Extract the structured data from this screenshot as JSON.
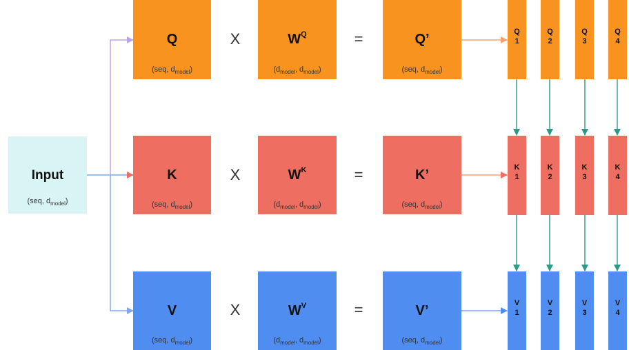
{
  "input": {
    "title": "Input",
    "dims_main": "(seq, d",
    "dims_sub": "model",
    "dims_close": ")"
  },
  "rows": [
    {
      "key": "q",
      "color": "#f7931e",
      "src": {
        "title": "Q",
        "dims_main": "(seq, d",
        "dims_sub": "model",
        "dims_close": ")"
      },
      "weight": {
        "title": "W",
        "sup": "Q",
        "d1": "(d",
        "s1": "model",
        "sep": ", d",
        "s2": "model",
        "close": ")"
      },
      "op_mul": "X",
      "op_eq": "=",
      "out": {
        "title": "Q’",
        "dims_main": "(seq, d",
        "dims_sub": "model",
        "dims_close": ")"
      },
      "heads": [
        {
          "letter": "Q",
          "num": "1"
        },
        {
          "letter": "Q",
          "num": "2"
        },
        {
          "letter": "Q",
          "num": "3"
        },
        {
          "letter": "Q",
          "num": "4"
        }
      ]
    },
    {
      "key": "k",
      "color": "#ee6e62",
      "src": {
        "title": "K",
        "dims_main": "(seq, d",
        "dims_sub": "model",
        "dims_close": ")"
      },
      "weight": {
        "title": "W",
        "sup": "K",
        "d1": "(d",
        "s1": "model",
        "sep": ", d",
        "s2": "model",
        "close": ")"
      },
      "op_mul": "X",
      "op_eq": "=",
      "out": {
        "title": "K’",
        "dims_main": "(seq, d",
        "dims_sub": "model",
        "dims_close": ")"
      },
      "heads": [
        {
          "letter": "K",
          "num": "1"
        },
        {
          "letter": "K",
          "num": "2"
        },
        {
          "letter": "K",
          "num": "3"
        },
        {
          "letter": "K",
          "num": "4"
        }
      ]
    },
    {
      "key": "v",
      "color": "#4f8ef0",
      "src": {
        "title": "V",
        "dims_main": "(seq, d",
        "dims_sub": "model",
        "dims_close": ")"
      },
      "weight": {
        "title": "W",
        "sup": "V",
        "d1": "(d",
        "s1": "model",
        "sep": ", d",
        "s2": "model",
        "close": ")"
      },
      "op_mul": "X",
      "op_eq": "=",
      "out": {
        "title": "V’",
        "dims_main": "(seq, d",
        "dims_sub": "model",
        "dims_close": ")"
      },
      "heads": [
        {
          "letter": "V",
          "num": "1"
        },
        {
          "letter": "V",
          "num": "2"
        },
        {
          "letter": "V",
          "num": "3"
        },
        {
          "letter": "V",
          "num": "4"
        }
      ]
    }
  ],
  "colors": {
    "input_bg": "#d9f4f4",
    "input_arrow": "#7fa6e8",
    "q_branch_arrow": "#b9a3ea",
    "out_arrow": "#f5a070",
    "head_arrow": "#2e9a86"
  }
}
